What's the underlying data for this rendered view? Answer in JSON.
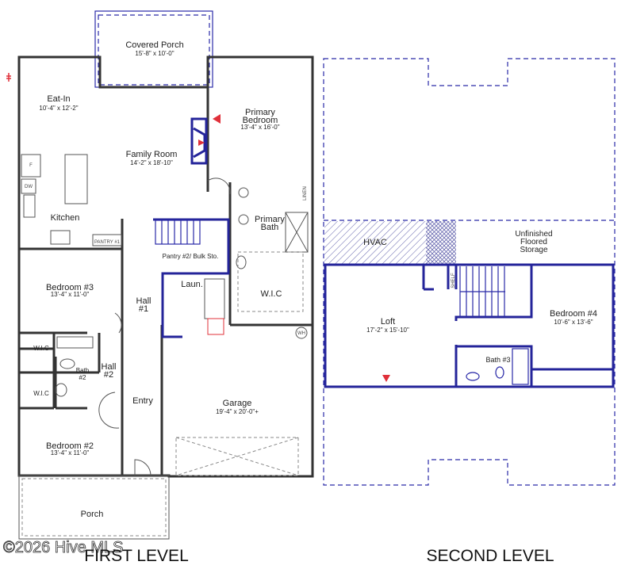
{
  "first_level": {
    "title": "FIRST LEVEL",
    "rooms": {
      "covered_porch": {
        "name": "Covered Porch",
        "dim": "15'-8\" x 10'-0\""
      },
      "eat_in": {
        "name": "Eat-In",
        "dim": "10'-4\" x 12'-2\""
      },
      "family_room": {
        "name": "Family Room",
        "dim": "14'-2\" x 18'-10\""
      },
      "primary_bedroom": {
        "name1": "Primary",
        "name2": "Bedroom",
        "dim": "13'-4\" x 16'-0\""
      },
      "kitchen": {
        "name": "Kitchen"
      },
      "pantry1": {
        "name": "PANTRY #1"
      },
      "pantry2": {
        "name": "Pantry #2/ Bulk Sto."
      },
      "primary_bath": {
        "name1": "Primary",
        "name2": "Bath"
      },
      "linen": {
        "name": "LINEN"
      },
      "wic_primary": {
        "name": "W.I.C"
      },
      "laundry": {
        "name": "Laun."
      },
      "hall1": {
        "name1": "Hall",
        "name2": "#1"
      },
      "bedroom3": {
        "name": "Bedroom #3",
        "dim": "13'-4\" x 11'-0\""
      },
      "wic_a": {
        "name": "W.I.C"
      },
      "wic_b": {
        "name": "W.I.C"
      },
      "bath2": {
        "name1": "Bath",
        "name2": "#2"
      },
      "hall2": {
        "name1": "Hall",
        "name2": "#2"
      },
      "entry": {
        "name": "Entry"
      },
      "garage": {
        "name": "Garage",
        "dim": "19'-4\" x 20'-0\"+"
      },
      "bedroom2": {
        "name": "Bedroom #2",
        "dim": "13'-4\" x 11'-0\""
      },
      "porch": {
        "name": "Porch"
      }
    },
    "fixtures": {
      "fridge": "F",
      "dishwasher": "DW",
      "water_heater": "WH"
    }
  },
  "second_level": {
    "title": "SECOND LEVEL",
    "rooms": {
      "hvac": {
        "name": "HVAC"
      },
      "storage": {
        "name1": "Unfinished",
        "name2": "Floored",
        "name3": "Storage"
      },
      "shelf": {
        "name": "SHELF"
      },
      "loft": {
        "name": "Loft",
        "dim": "17'-2\" x 15'-10\""
      },
      "bedroom4": {
        "name": "Bedroom #4",
        "dim": "10'-6\" x 13'-6\""
      },
      "bath3": {
        "name": "Bath #3"
      }
    }
  },
  "watermark": "©2026 Hive MLS",
  "colors": {
    "wall": "#333333",
    "second_wall": "#24249a",
    "marker": "#e0303a"
  }
}
